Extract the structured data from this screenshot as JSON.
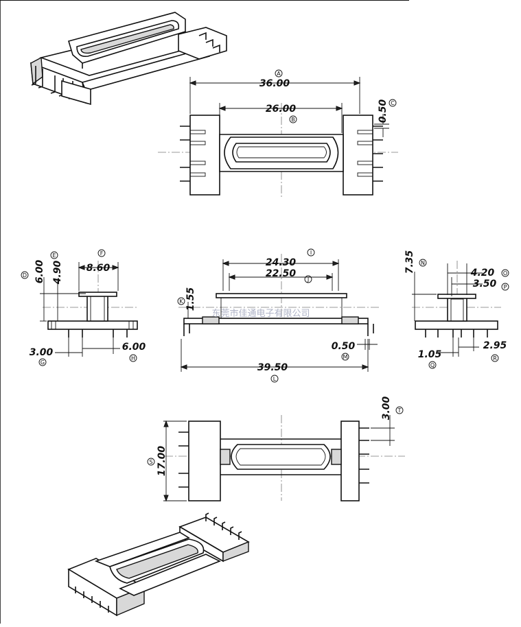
{
  "dimensions": [
    {
      "id": "A",
      "value": "36.00"
    },
    {
      "id": "B",
      "value": "26.00"
    },
    {
      "id": "C",
      "value": "0.50"
    },
    {
      "id": "D",
      "value": "6.00"
    },
    {
      "id": "E",
      "value": "4.90"
    },
    {
      "id": "F",
      "value": "8.60"
    },
    {
      "id": "G",
      "value": "3.00"
    },
    {
      "id": "H",
      "value": "6.00"
    },
    {
      "id": "I",
      "value": "24.30"
    },
    {
      "id": "J",
      "value": "22.50"
    },
    {
      "id": "K",
      "value": "1.55"
    },
    {
      "id": "L",
      "value": "39.50"
    },
    {
      "id": "M",
      "value": "0.50"
    },
    {
      "id": "N",
      "value": "7.35"
    },
    {
      "id": "O",
      "value": "4.20"
    },
    {
      "id": "P",
      "value": "3.50"
    },
    {
      "id": "Q",
      "value": "1.05"
    },
    {
      "id": "R",
      "value": "2.95"
    },
    {
      "id": "S",
      "value": "17.00"
    },
    {
      "id": "T",
      "value": "3.00"
    }
  ],
  "watermark": "东莞市佳通电子有限公司"
}
